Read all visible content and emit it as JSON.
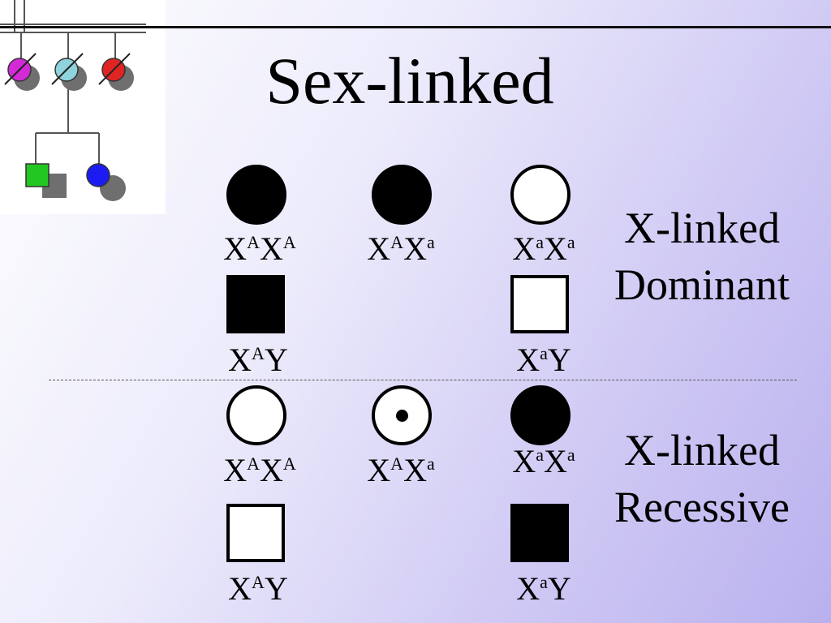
{
  "title": "Sex-linked",
  "colors": {
    "affected": "#000000",
    "unaffected": "#ffffff",
    "logo_magenta": "#d42ad6",
    "logo_lightblue": "#8fd3dc",
    "logo_red": "#e02424",
    "logo_green": "#22c722",
    "logo_blue": "#1c1cf2"
  },
  "logo": {
    "icon": "pedigree-chart-icon"
  },
  "dominant": {
    "label_line1": "X-linked",
    "label_line2": "Dominant",
    "females": [
      {
        "phenotype": "affected",
        "genotype": {
          "x1": "X",
          "s1": "A",
          "x2": "X",
          "s2": "A"
        }
      },
      {
        "phenotype": "affected",
        "genotype": {
          "x1": "X",
          "s1": "A",
          "x2": "X",
          "s2": "a"
        }
      },
      {
        "phenotype": "unaffected",
        "genotype": {
          "x1": "X",
          "s1": "a",
          "x2": "X",
          "s2": "a"
        }
      }
    ],
    "males": [
      {
        "phenotype": "affected",
        "genotype": {
          "x1": "X",
          "s1": "A",
          "y": "Y"
        }
      },
      {
        "phenotype": "unaffected",
        "genotype": {
          "x1": "X",
          "s1": "a",
          "y": "Y"
        }
      }
    ]
  },
  "recessive": {
    "label_line1": "X-linked",
    "label_line2": "Recessive",
    "females": [
      {
        "phenotype": "unaffected",
        "genotype": {
          "x1": "X",
          "s1": "A",
          "x2": "X",
          "s2": "A"
        }
      },
      {
        "phenotype": "carrier",
        "genotype": {
          "x1": "X",
          "s1": "A",
          "x2": "X",
          "s2": "a"
        }
      },
      {
        "phenotype": "affected",
        "genotype": {
          "x1": "X",
          "s1": "a",
          "x2": "X",
          "s2": "a"
        }
      }
    ],
    "males": [
      {
        "phenotype": "unaffected",
        "genotype": {
          "x1": "X",
          "s1": "A",
          "y": "Y"
        }
      },
      {
        "phenotype": "affected",
        "genotype": {
          "x1": "X",
          "s1": "a",
          "y": "Y"
        }
      }
    ]
  }
}
